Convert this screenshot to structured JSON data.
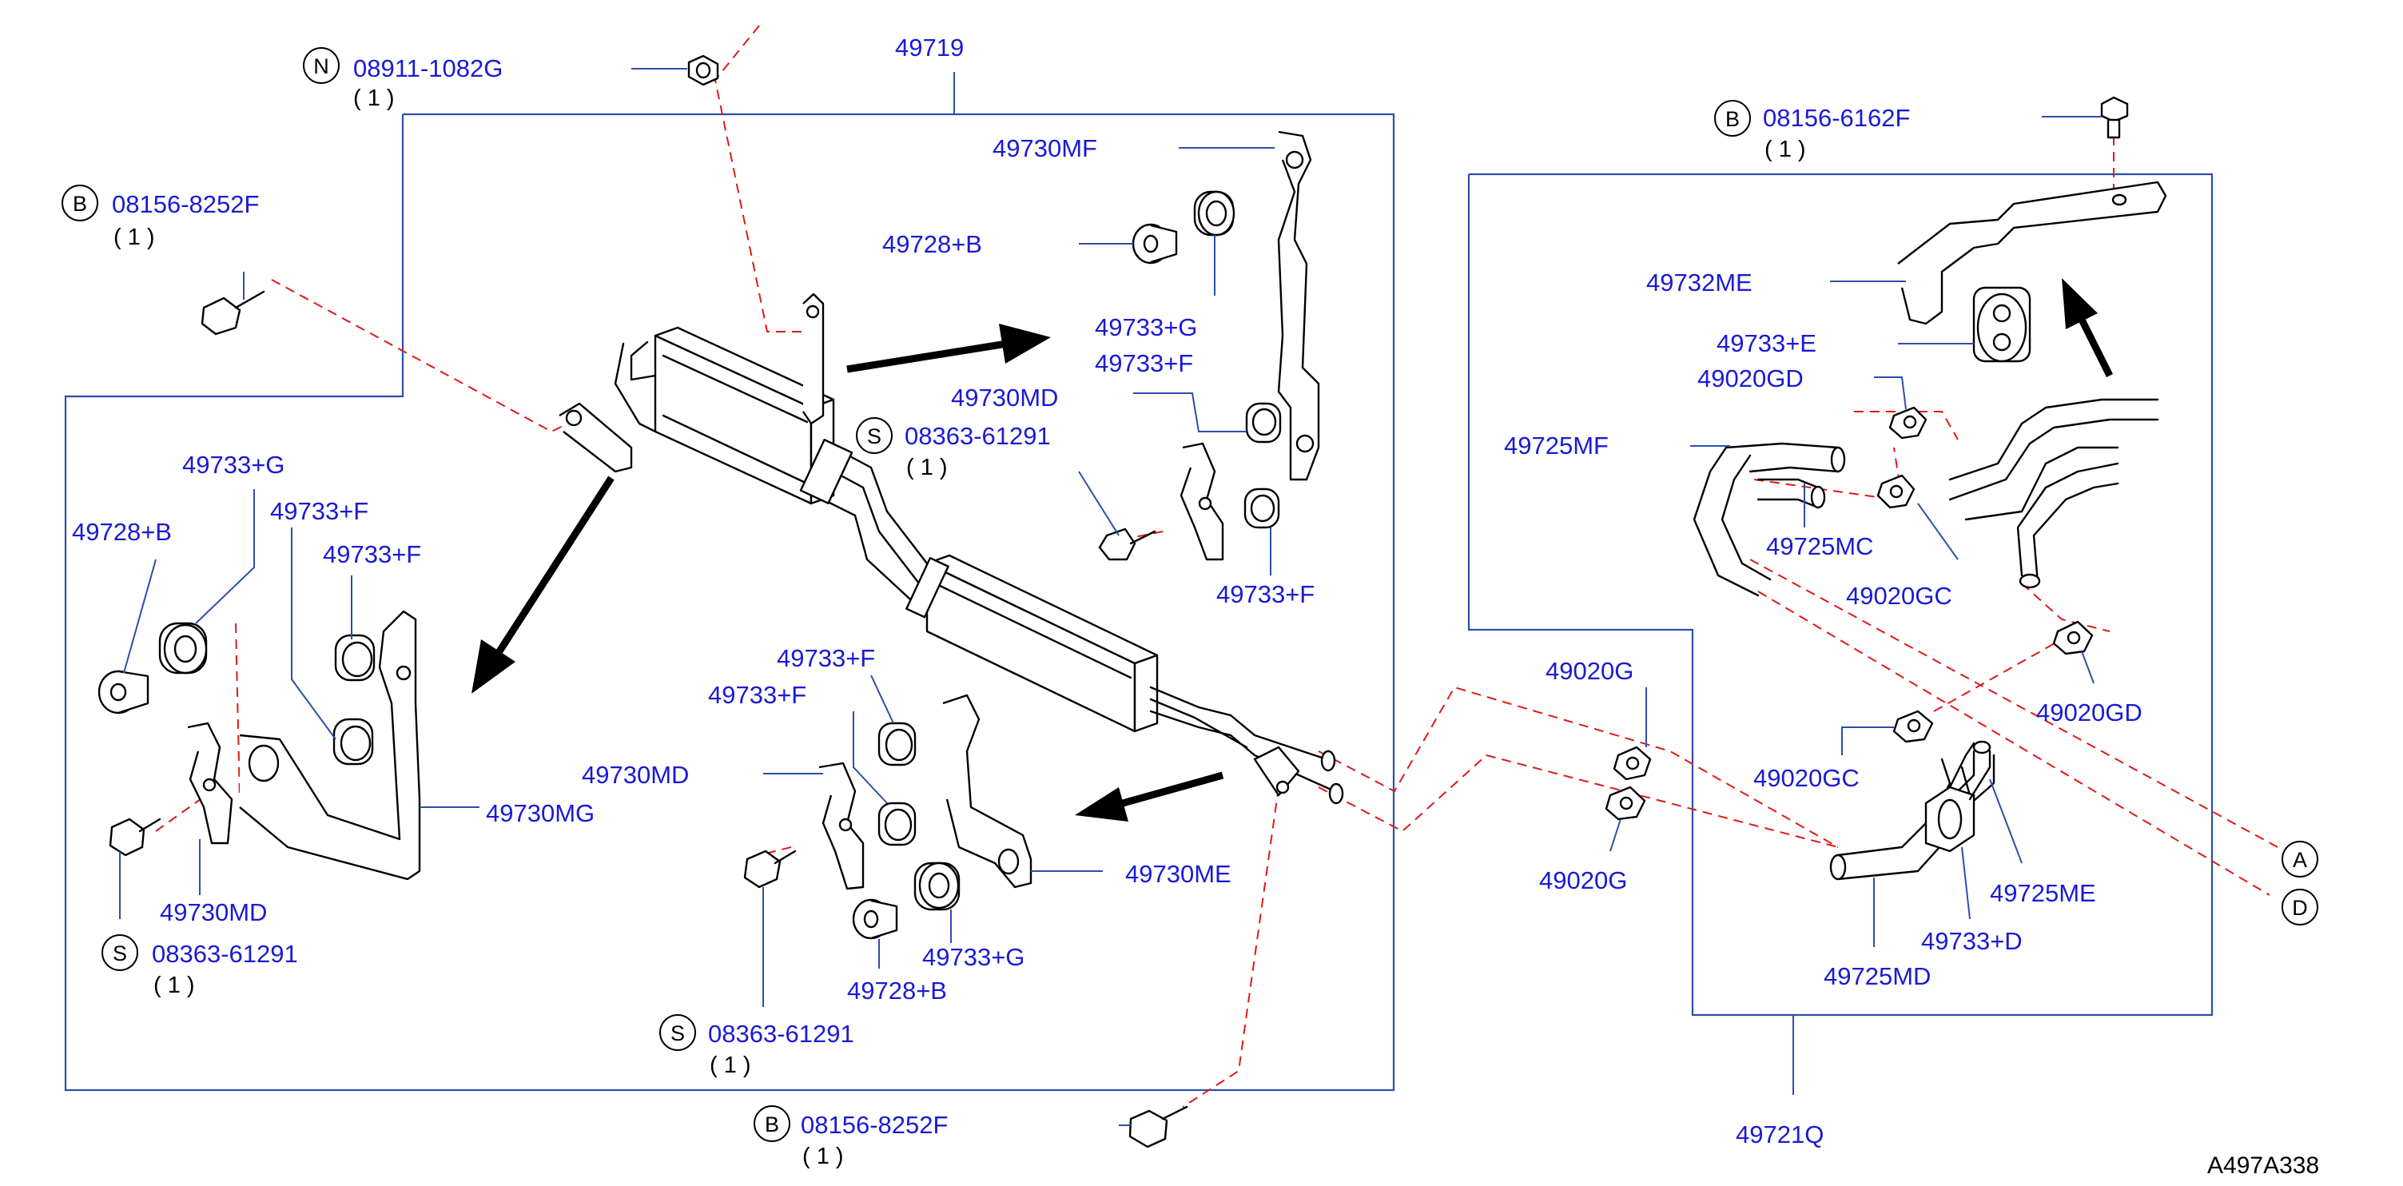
{
  "diagram_code": "A497A338",
  "assembly_labels": {
    "cooler_assembly": "49719",
    "hose_assembly": "49721Q"
  },
  "callouts": {
    "bolt_n_top": {
      "letter": "N",
      "part": "08911-1082G",
      "qty": "( 1 )"
    },
    "bolt_b_left": {
      "letter": "B",
      "part": "08156-8252F",
      "qty": "( 1 )"
    },
    "bolt_b_bottom": {
      "letter": "B",
      "part": "08156-8252F",
      "qty": "( 1 )"
    },
    "bolt_b_right": {
      "letter": "B",
      "part": "08156-6162F",
      "qty": "( 1 )"
    },
    "screw_s_mid": {
      "letter": "S",
      "part": "08363-61291",
      "qty": "( 1 )"
    },
    "screw_s_left": {
      "letter": "S",
      "part": "08363-61291",
      "qty": "( 1 )"
    },
    "screw_s_bottom": {
      "letter": "S",
      "part": "08363-61291",
      "qty": "( 1 )"
    }
  },
  "parts": {
    "p_49730MF": "49730MF",
    "p_49728B_top": "49728+B",
    "p_49733G_top": "49733+G",
    "p_49733F_top": "49733+F",
    "p_49730MD_top": "49730MD",
    "p_49733F_topright": "49733+F",
    "p_49733G_left": "49733+G",
    "p_49728B_left": "49728+B",
    "p_49733F_left1": "49733+F",
    "p_49733F_left2": "49733+F",
    "p_49730MG": "49730MG",
    "p_49730MD_left": "49730MD",
    "p_49733F_mid1": "49733+F",
    "p_49733F_mid2": "49733+F",
    "p_49730MD_mid": "49730MD",
    "p_49730ME": "49730ME",
    "p_49733G_mid": "49733+G",
    "p_49728B_mid": "49728+B",
    "p_49732ME": "49732ME",
    "p_49733E": "49733+E",
    "p_49020GD_top": "49020GD",
    "p_49725MF": "49725MF",
    "p_49725MC": "49725MC",
    "p_49020GC_top": "49020GC",
    "p_49020GD_right": "49020GD",
    "p_49020G_top": "49020G",
    "p_49020G_bottom": "49020G",
    "p_49020GC_bottom": "49020GC",
    "p_49725ME": "49725ME",
    "p_49733D": "49733+D",
    "p_49725MD": "49725MD"
  },
  "connectors": {
    "a": "A",
    "d": "D"
  }
}
